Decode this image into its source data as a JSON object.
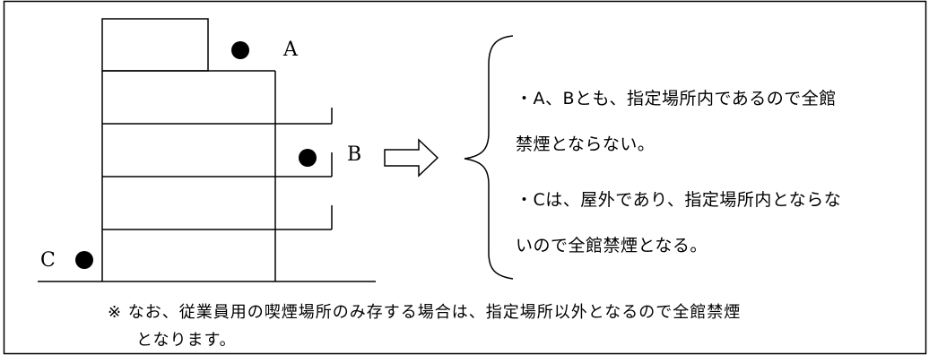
{
  "diagram": {
    "labels": {
      "a": "A",
      "b": "B",
      "c": "C"
    },
    "bullets": [
      {
        "line1": "・A、Bとも、指定場所内であるので全館",
        "line2": "禁煙とならない。"
      },
      {
        "line1": "・Cは、屋外であり、指定場所内とならな",
        "line2": "いので全館禁煙となる。"
      }
    ],
    "note": {
      "line1": "※ なお、従業員用の喫煙場所のみ存する場合は、指定場所以外となるので全館禁煙",
      "line2": "となります。"
    }
  }
}
